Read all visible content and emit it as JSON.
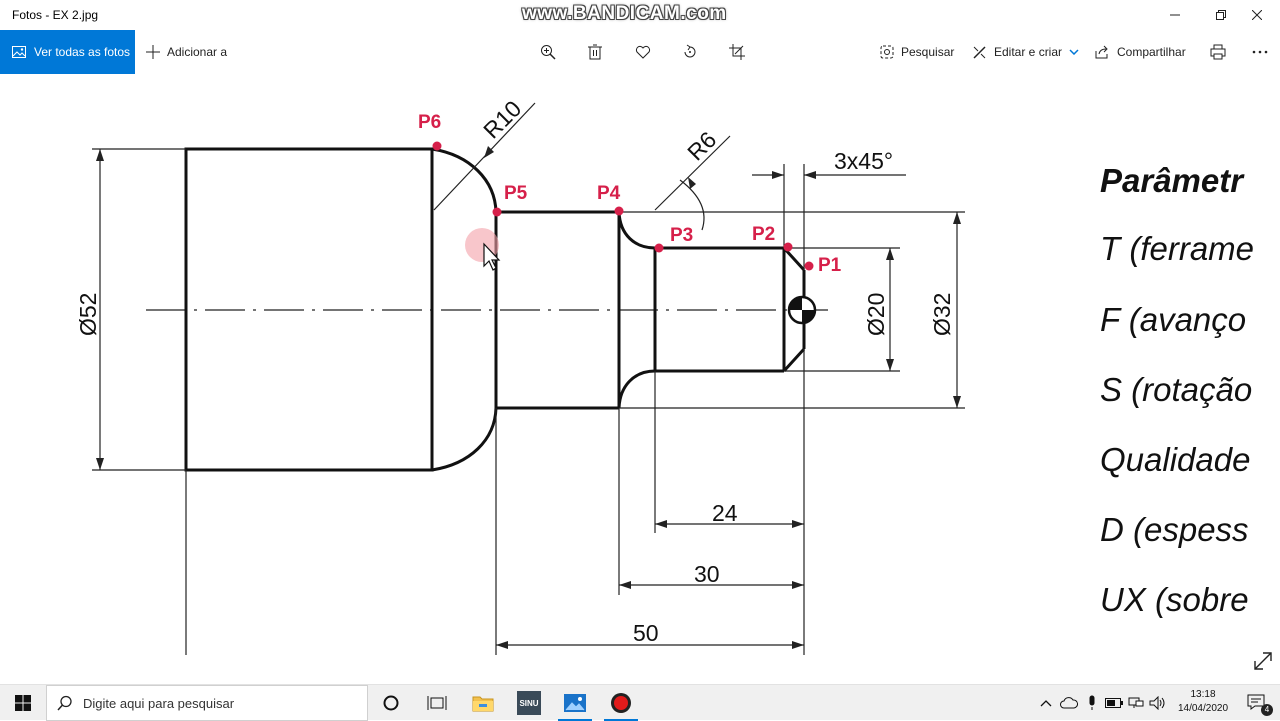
{
  "window": {
    "title": "Fotos - EX 2.jpg",
    "watermark": "www.BANDICAM.com"
  },
  "toolbar": {
    "view_all": "Ver todas as fotos",
    "add_to": "Adicionar a",
    "search": "Pesquisar",
    "edit_create": "Editar e criar",
    "share": "Compartilhar"
  },
  "drawing": {
    "points": [
      "P1",
      "P2",
      "P3",
      "P4",
      "P5",
      "P6"
    ],
    "radius_large": "R10",
    "radius_small": "R6",
    "chamfer": "3x45°",
    "dia_52": "Ø52",
    "dia_20": "Ø20",
    "dia_32": "Ø32",
    "len_24": "24",
    "len_30": "30",
    "len_50": "50"
  },
  "params": {
    "heading": "Parâmetr",
    "items": [
      "T (ferrame",
      "F (avanço",
      "S (rotação",
      "Qualidade",
      "D (espess",
      "UX (sobre"
    ]
  },
  "taskbar": {
    "search_placeholder": "Digite aqui para pesquisar",
    "sinu_label": "SINU",
    "time": "13:18",
    "date": "14/04/2020",
    "notification_count": "4"
  },
  "colors": {
    "accent": "#0078d7",
    "point_marker": "#d6204a",
    "drawing_line": "#111111"
  }
}
